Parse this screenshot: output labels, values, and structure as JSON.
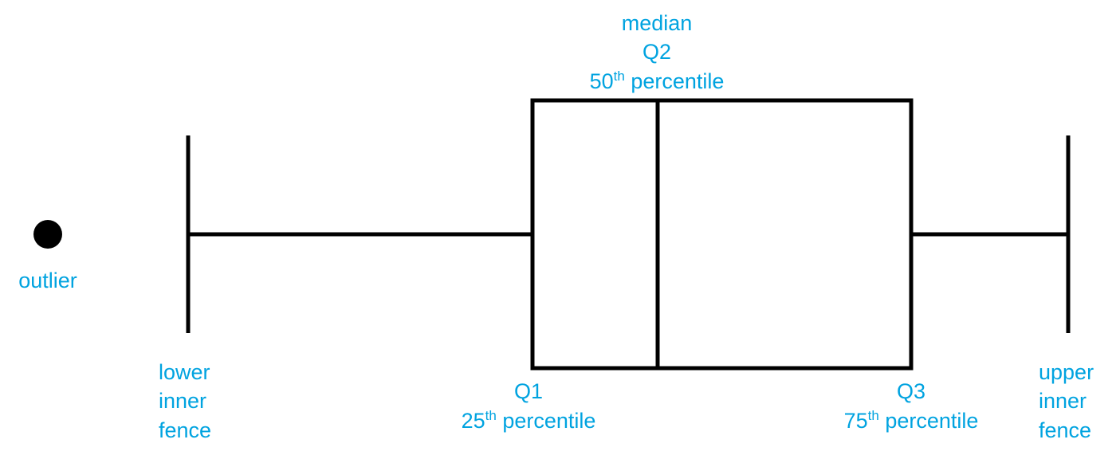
{
  "diagram": {
    "colors": {
      "label": "#00a3e0",
      "stroke": "#000000",
      "background": "#ffffff"
    },
    "median_label": {
      "line1": "median",
      "line2": "Q2",
      "line3_num": "50",
      "line3_sup": "th",
      "line3_rest": " percentile"
    },
    "outlier_label": "outlier",
    "lower_fence_label": {
      "line1": "lower",
      "line2": "inner",
      "line3": "fence"
    },
    "q1_label": {
      "line1": "Q1",
      "line2_num": "25",
      "line2_sup": "th",
      "line2_rest": " percentile"
    },
    "q3_label": {
      "line1": "Q3",
      "line2_num": "75",
      "line2_sup": "th",
      "line2_rest": " percentile"
    },
    "upper_fence_label": {
      "line1": "upper",
      "line2": "inner",
      "line3": "fence"
    }
  }
}
